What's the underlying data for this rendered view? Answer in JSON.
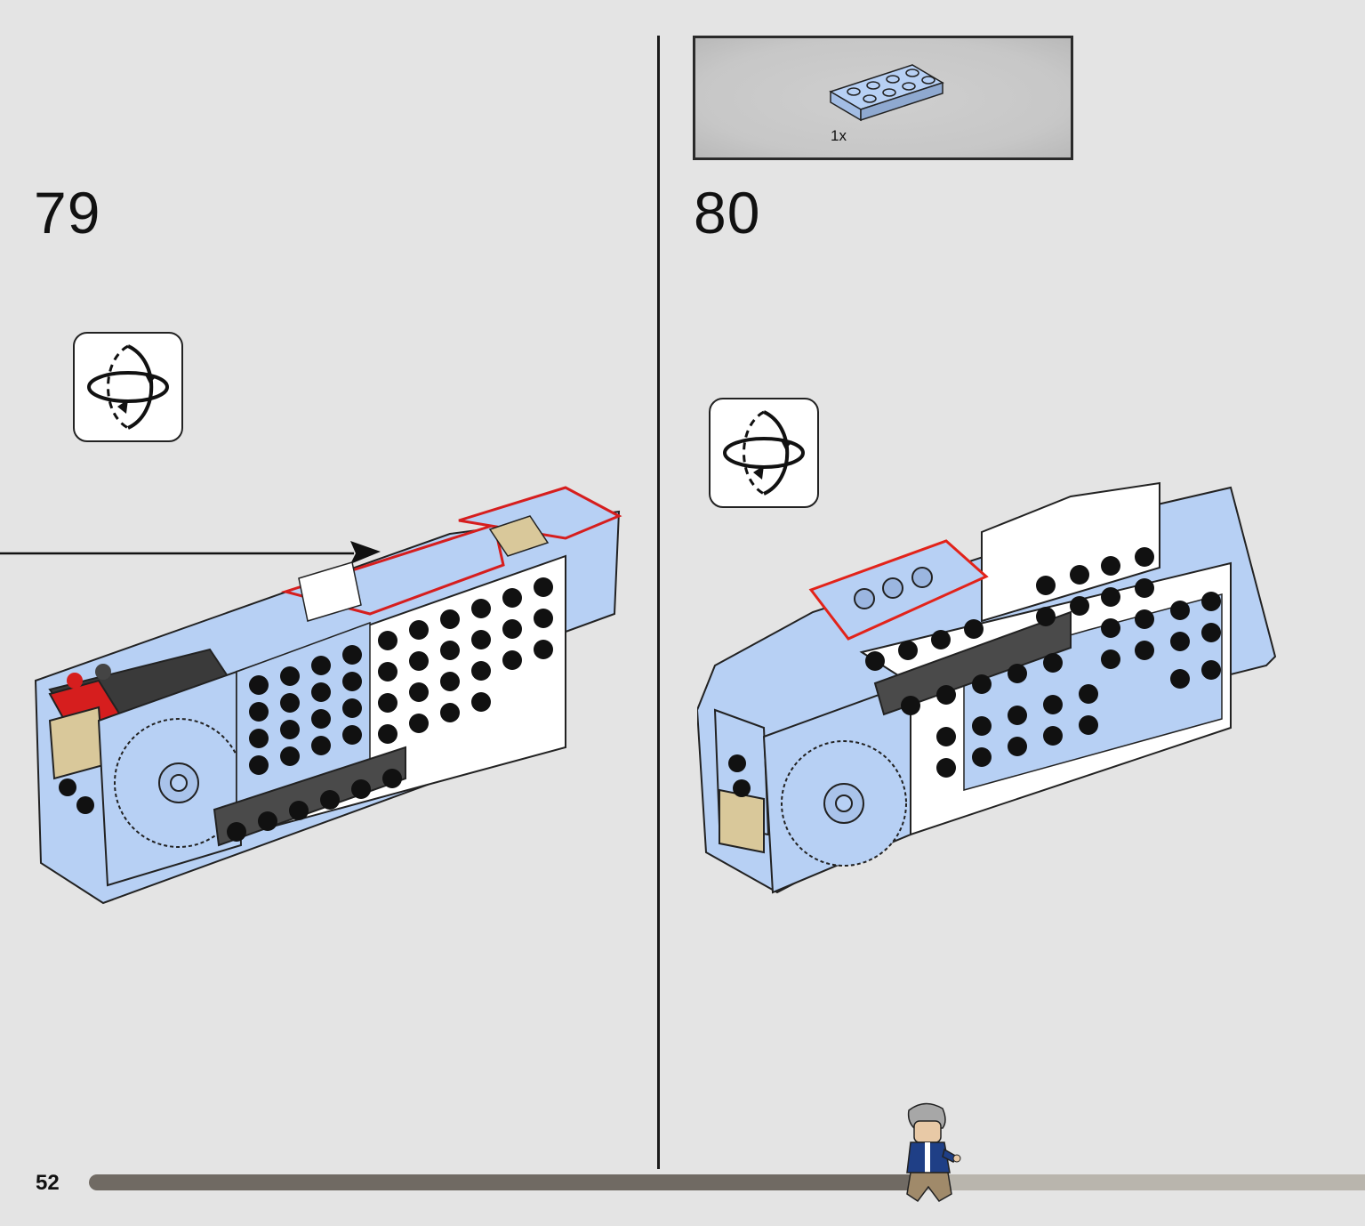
{
  "page": {
    "number": "52",
    "progress_fraction": 0.655
  },
  "steps": [
    {
      "number": "79",
      "rotate_icon": "rotate-model-icon"
    },
    {
      "number": "80",
      "rotate_icon": "rotate-model-icon",
      "parts": [
        {
          "name": "2x4-plate-light-blue",
          "quantity": "1x",
          "color": "#b7d0f4"
        }
      ]
    }
  ],
  "colors": {
    "background": "#e4e4e4",
    "brick_light_blue": "#b7d0f4",
    "highlight_red": "#e2231a",
    "tan": "#d9c89a",
    "dark_gray": "#4a4a4a",
    "progress_done": "#706a63",
    "progress_remaining": "#b9b5ad"
  }
}
